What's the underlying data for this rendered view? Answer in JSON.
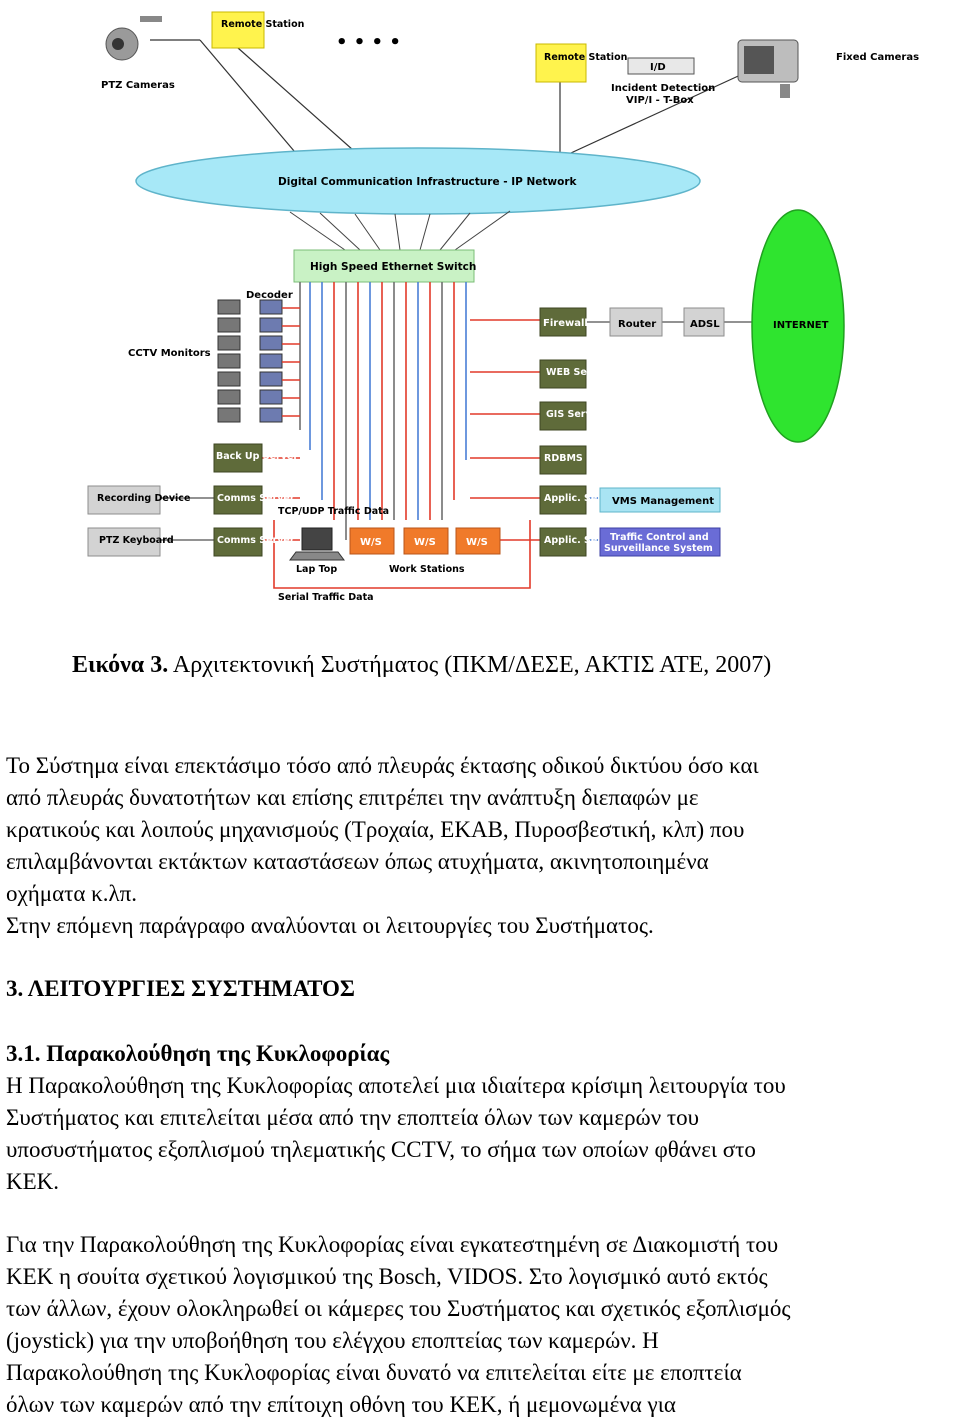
{
  "diagram": {
    "remote_station_1": "Remote Station",
    "remote_station_2": "Remote Station",
    "ptz_cameras": "PTZ Cameras",
    "dots": "• • • •",
    "id_box": "I/D",
    "incident_detection_line1": "Incident Detection",
    "incident_detection_line2": "VIP/I - T-Box",
    "fixed_cameras": "Fixed Cameras",
    "network_label": "Digital Communication Infrastructure - IP Network",
    "switch_label": "High Speed Ethernet Switch",
    "decoder_label": "Decoder",
    "cctv_monitors": "CCTV Monitors",
    "firewall": "Firewall",
    "router": "Router",
    "adsl": "ADSL",
    "internet": "INTERNET",
    "web_server": "WEB Server",
    "gis_server": "GIS Server",
    "rdbms_server": "RDBMS Server",
    "applic_server_1": "Applic. Server",
    "applic_server_2": "Applic. Server",
    "vms_management": "VMS Management",
    "traffic_control_line1": "Traffic Control and",
    "traffic_control_line2": "Surveillance System",
    "backup_server": "Back Up Server",
    "comms_server_1": "Comms Server",
    "comms_server_2": "Comms Server",
    "recording_device": "Recording Device",
    "ptz_keyboard": "PTZ Keyboard",
    "tcp_udp": "TCP/UDP Traffic Data",
    "ws_1": "W/S",
    "ws_2": "W/S",
    "ws_3": "W/S",
    "lap_top": "Lap Top",
    "work_stations": "Work Stations",
    "serial_traffic": "Serial Traffic Data"
  },
  "caption": {
    "bold": "Εικόνα 3.",
    "text": " Αρχιτεκτονική Συστήματος (ΠΚΜ/ΔΕΣΕ, ΑΚΤΙΣ ΑΤΕ, 2007)"
  },
  "body": {
    "p1_l1": "Το Σύστημα είναι επεκτάσιμο τόσο από πλευράς έκτασης οδικού δικτύου όσο και",
    "p1_l2": "από πλευράς δυνατοτήτων και επίσης επιτρέπει την ανάπτυξη διεπαφών με",
    "p1_l3": "κρατικούς και λοιπούς μηχανισμούς (Τροχαία, ΕΚΑΒ, Πυροσβεστική, κλπ) που",
    "p1_l4": "επιλαμβάνονται εκτάκτων καταστάσεων όπως ατυχήματα, ακινητοποιημένα",
    "p1_l5": "οχήματα κ.λπ.",
    "p1_l6": "Στην επόμενη παράγραφο αναλύονται οι λειτουργίες του Συστήματος.",
    "h1": "3. ΛΕΙΤΟΥΡΓΙΕΣ ΣΥΣΤΗΜΑΤΟΣ",
    "h2": "3.1. Παρακολούθηση της Κυκλοφορίας",
    "p2_l1": "Η Παρακολούθηση της Κυκλοφορίας αποτελεί μια ιδιαίτερα κρίσιμη λειτουργία του",
    "p2_l2": "Συστήματος και επιτελείται μέσα από την εποπτεία όλων των καμερών του",
    "p2_l3": "υποσυστήματος εξοπλισμού τηλεματικής CCTV, το σήμα των οποίων φθάνει στο",
    "p2_l4": "ΚΕΚ.",
    "p3_l1": "Για την Παρακολούθηση της Κυκλοφορίας είναι εγκατεστημένη σε Διακομιστή του",
    "p3_l2": "ΚΕΚ η σουίτα σχετικού λογισμικού της Bosch, VIDOS. Στο λογισμικό αυτό εκτός",
    "p3_l3": "των άλλων, έχουν ολοκληρωθεί οι κάμερες του Συστήματος και σχετικός εξοπλισμός",
    "p3_l4": "(joystick) για την υποβοήθηση του ελέγχου εποπτείας των καμερών. Η",
    "p3_l5": "Παρακολούθηση της Κυκλοφορίας είναι δυνατό να επιτελείται είτε με εποπτεία",
    "p3_l6": "όλων των καμερών από την επίτοιχη οθόνη του ΚΕΚ, ή μεμονωμένα για"
  }
}
